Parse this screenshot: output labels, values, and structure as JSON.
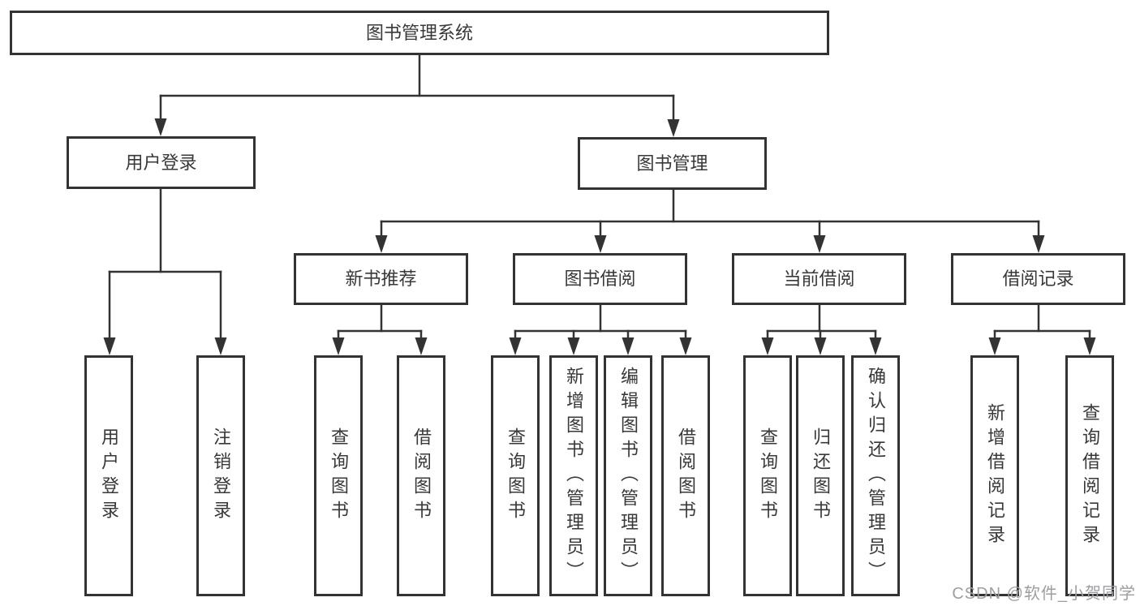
{
  "diagram": {
    "root": {
      "label": "图书管理系统",
      "children": [
        {
          "label": "用户登录",
          "children": [
            {
              "label": "用户登录"
            },
            {
              "label": "注销登录"
            }
          ]
        },
        {
          "label": "图书管理",
          "children": [
            {
              "label": "新书推荐",
              "children": [
                {
                  "label": "查询图书"
                },
                {
                  "label": "借阅图书"
                }
              ]
            },
            {
              "label": "图书借阅",
              "children": [
                {
                  "label": "查询图书"
                },
                {
                  "label": "新增图书（管理员）"
                },
                {
                  "label": "编辑图书（管理员）"
                },
                {
                  "label": "借阅图书"
                }
              ]
            },
            {
              "label": "当前借阅",
              "children": [
                {
                  "label": "查询图书"
                },
                {
                  "label": "归还图书"
                },
                {
                  "label": "确认归还（管理员）"
                }
              ]
            },
            {
              "label": "借阅记录",
              "children": [
                {
                  "label": "新增借阅记录"
                },
                {
                  "label": "查询借阅记录"
                }
              ]
            }
          ]
        }
      ]
    }
  },
  "watermark": {
    "text": "CSDN @软件_小贺同学"
  },
  "colors": {
    "line": "#333333",
    "box_border": "#333333",
    "text": "#383838",
    "watermark": "#9e9ea2",
    "background": "#ffffff"
  }
}
